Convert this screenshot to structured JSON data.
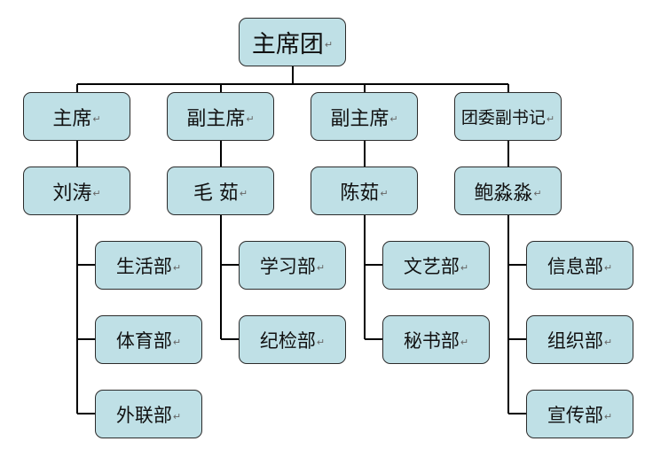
{
  "chart": {
    "root": "主席团",
    "columns": [
      {
        "title": "主席",
        "person": "刘涛",
        "departments": [
          "生活部",
          "体育部",
          "外联部"
        ]
      },
      {
        "title": "副主席",
        "person": "毛 茹",
        "departments": [
          "学习部",
          "纪检部"
        ]
      },
      {
        "title": "副主席",
        "person": "陈茹",
        "departments": [
          "文艺部",
          "秘书部"
        ]
      },
      {
        "title": "团委副书记",
        "person": "鲍淼淼",
        "departments": [
          "信息部",
          "组织部",
          "宣传部"
        ]
      }
    ]
  },
  "colors": {
    "box_fill": "#bfe0e6",
    "box_border": "#2b2b2b",
    "connector": "#000000",
    "paragraph_mark": "#666666"
  },
  "paragraph_mark": "↵"
}
